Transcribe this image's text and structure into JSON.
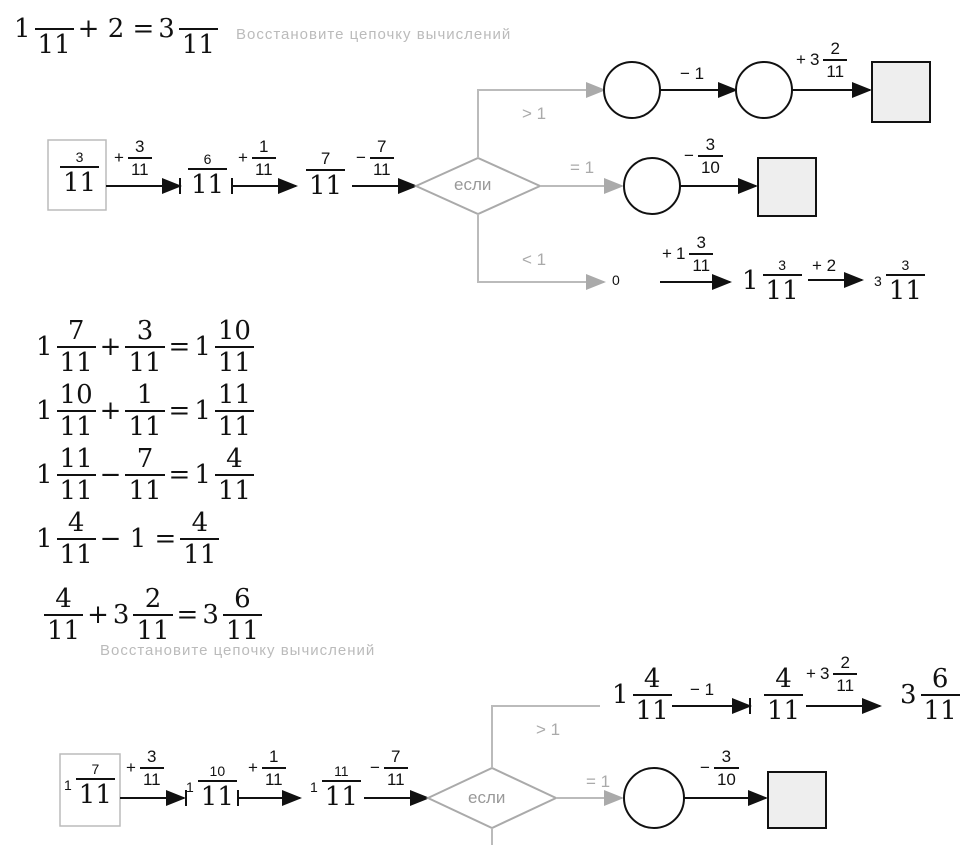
{
  "top_equation": {
    "a": "1",
    "a_n": "",
    "a_d": "11",
    "op": "+ 2 =",
    "b": "3",
    "b_n": "",
    "b_d": "11"
  },
  "faded_heading": "Восстановите цепочку вычислений",
  "diagram1": {
    "start": {
      "n": "3",
      "d": "11"
    },
    "op1": {
      "sign": "+",
      "n": "3",
      "d": "11"
    },
    "v2": {
      "n": "6",
      "d": "11"
    },
    "op2": {
      "sign": "+",
      "n": "1",
      "d": "11"
    },
    "v3": {
      "n": "7",
      "d": "11"
    },
    "op3": {
      "sign": "−",
      "n": "7",
      "d": "11"
    },
    "decision": "если",
    "cond_gt": "> 1",
    "cond_eq": "= 1",
    "cond_lt": "< 1",
    "gt_op1": "− 1",
    "gt_op2": {
      "sign": "+",
      "whole": "3",
      "n": "2",
      "d": "11"
    },
    "eq_op": {
      "sign": "−",
      "n": "3",
      "d": "10"
    },
    "lt_zero": "0",
    "lt_op1": {
      "sign": "+",
      "whole": "1",
      "n": "3",
      "d": "11"
    },
    "lt_v1": {
      "whole": "1",
      "n": "3",
      "d": "11"
    },
    "lt_op2": "+ 2",
    "lt_v2": {
      "whole": "3",
      "n": "3",
      "d": "11"
    }
  },
  "equations": [
    {
      "a": "1",
      "an": "7",
      "ad": "11",
      "op": "+",
      "b": "",
      "bn": "3",
      "bd": "11",
      "r": "1",
      "rn": "10",
      "rd": "11"
    },
    {
      "a": "1",
      "an": "10",
      "ad": "11",
      "op": "+",
      "b": "",
      "bn": "1",
      "bd": "11",
      "r": "1",
      "rn": "11",
      "rd": "11"
    },
    {
      "a": "1",
      "an": "11",
      "ad": "11",
      "op": "−",
      "b": "",
      "bn": "7",
      "bd": "11",
      "r": "1",
      "rn": "4",
      "rd": "11"
    }
  ],
  "eq4": {
    "a": "1",
    "an": "4",
    "ad": "11",
    "rest": "− 1 =",
    "rn": "4",
    "rd": "11"
  },
  "eq5": {
    "an": "4",
    "ad": "11",
    "op": "+",
    "b": "3",
    "bn": "2",
    "bd": "11",
    "r": "3",
    "rn": "6",
    "rd": "11"
  },
  "diagram2": {
    "start": {
      "whole": "1",
      "n": "7",
      "d": "11"
    },
    "op1": {
      "sign": "+",
      "n": "3",
      "d": "11"
    },
    "v2": {
      "whole": "1",
      "n": "10",
      "d": "11"
    },
    "op2": {
      "sign": "+",
      "n": "1",
      "d": "11"
    },
    "v3": {
      "whole": "1",
      "n": "11",
      "d": "11"
    },
    "op3": {
      "sign": "−",
      "n": "7",
      "d": "11"
    },
    "decision": "если",
    "cond_gt": "> 1",
    "cond_eq": "= 1",
    "gt_v1": {
      "whole": "1",
      "n": "4",
      "d": "11"
    },
    "gt_op1": "− 1",
    "gt_v2": {
      "n": "4",
      "d": "11"
    },
    "gt_op2": {
      "sign": "+",
      "whole": "3",
      "n": "2",
      "d": "11"
    },
    "gt_v3": {
      "whole": "3",
      "n": "6",
      "d": "11"
    },
    "eq_op": {
      "sign": "−",
      "n": "3",
      "d": "10"
    }
  }
}
